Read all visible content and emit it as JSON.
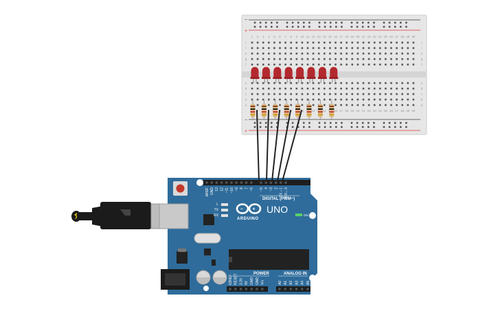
{
  "breadboard": {
    "column_count": 30,
    "row_letters_top": [
      "j",
      "i",
      "h",
      "g",
      "f"
    ],
    "row_letters_bottom": [
      "e",
      "d",
      "c",
      "b",
      "a"
    ],
    "rail_minus": "−",
    "rail_plus": "+"
  },
  "leds": {
    "count": 8,
    "color": "#b3292e"
  },
  "resistors": {
    "count": 8,
    "band_colors": [
      "#7a3b10",
      "#111111",
      "#c0392b",
      "#d4a017"
    ]
  },
  "wires": {
    "count": 5,
    "color": "#222222"
  },
  "arduino": {
    "board_color": "#2f6c9b",
    "model": "UNO",
    "brand": "ARDUINO",
    "digital_header_label": "DIGITAL (PWM~)",
    "digital_pins": [
      "AREF",
      "GND",
      "13",
      "12",
      "~11",
      "~10",
      "~9",
      "8",
      "7",
      "~6",
      "~5",
      "4",
      "~3",
      "2",
      "TX→1",
      "RX←0"
    ],
    "led_labels": [
      "L",
      "TX",
      "RX"
    ],
    "on_label": "ON",
    "power_label": "POWER",
    "power_pins": [
      "IOREF",
      "RESET",
      "3.3V",
      "5V",
      "GND",
      "GND",
      "Vin"
    ],
    "analog_label": "ANALOG IN",
    "analog_pins": [
      "A0",
      "A1",
      "A2",
      "A3",
      "A4",
      "A5"
    ]
  },
  "usb_cable": {
    "color": "#1b1b1b"
  }
}
